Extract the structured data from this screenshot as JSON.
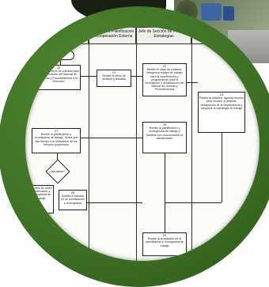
{
  "columns": [
    {
      "title": "Gerente de Planificación y Cooperación Externa"
    },
    {
      "title": "Jefe de Sección de Política y Estrategias"
    }
  ],
  "steps": [
    {
      "num": "20",
      "text": "Remite el oficio de solicitud para la elaboración del Manual de Normas y Procedimientos a la Dirección"
    },
    {
      "num": "21",
      "text": "Recibe el oficio de solicitud y traslada"
    },
    {
      "num": "22",
      "text": "Recibe el oficio de solicitud, designa al equipo de trabajo para la coordinación y programación para la formulación o actualización del Manual de Normas y Procedimientos"
    },
    {
      "num": "23",
      "text": "Recibe la solicitud, agenda reunión para conocer el análisis, designación de la Dependencia y compartir la estrategia de trabajo"
    },
    {
      "num": "26",
      "text": "Recibe la planificación y cronograma de trabajo y traslada con comunicación la actualización"
    },
    {
      "num": "27",
      "text": "Recibe la planificación y cronograma de trabajo, revisa que dan tiempo a la realización de los tiempos propuestos"
    },
    {
      "num": "28",
      "text": "Solicita a mandos no se planificación y cronograma"
    },
    {
      "num": "29",
      "text": "Recibe la aceptación de la planificación y cronograma de trabajo"
    },
    {
      "num": "",
      "text": "Informe se cuida planificación y cronograma de trabajo"
    }
  ],
  "decision": {
    "label": "¿Aprueba?"
  }
}
